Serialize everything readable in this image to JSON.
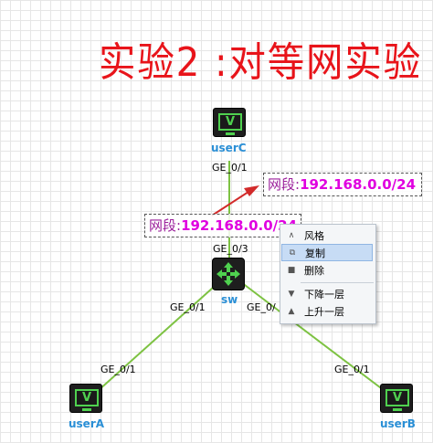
{
  "title": "实验2 :对等网实验",
  "devices": {
    "userC": {
      "label": "userC",
      "icon": "pc-icon",
      "icon_glyph": "V"
    },
    "userA": {
      "label": "userA",
      "icon": "pc-icon",
      "icon_glyph": "V"
    },
    "userB": {
      "label": "userB",
      "icon": "pc-icon",
      "icon_glyph": "V"
    },
    "sw": {
      "label": "sw",
      "icon": "switch-icon"
    }
  },
  "ports": {
    "userC_port": "GE_0/1",
    "sw_port_up": "GE_0/3",
    "sw_port_left": "GE_0/1",
    "sw_port_right": "GE_0/",
    "userA_port": "GE_0/1",
    "userB_port": "GE_0/1"
  },
  "annotations": [
    {
      "label": "网段:",
      "value": "192.168.0.0/24"
    },
    {
      "label": "网段:",
      "value": "192.168.0.0/24"
    }
  ],
  "context_menu": {
    "items": [
      {
        "label": "风格",
        "icon": "style-icon"
      },
      {
        "label": "复制",
        "icon": "copy-icon",
        "active": true
      },
      {
        "label": "删除",
        "icon": "delete-icon"
      },
      {
        "label": "下降一层",
        "icon": "send-backward-icon"
      },
      {
        "label": "上升一层",
        "icon": "bring-forward-icon"
      }
    ]
  },
  "colors": {
    "link": "#7dc242",
    "title": "#e8141a",
    "device_label": "#2a8fd6",
    "annotation_value": "#e000e0",
    "arrow": "#d22a2a",
    "icon_accent": "#4fd14f"
  }
}
